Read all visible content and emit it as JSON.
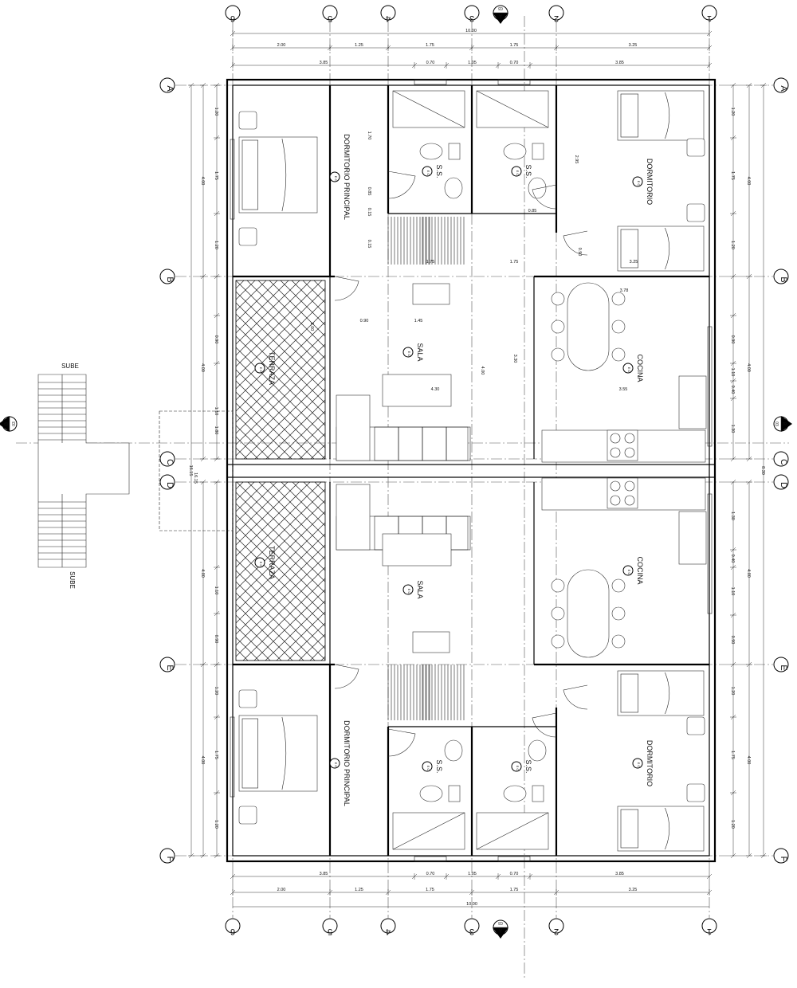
{
  "grid": {
    "vertical": [
      "6",
      "5",
      "4",
      "3",
      "2",
      "1"
    ],
    "horizontal": [
      "A",
      "B",
      "C",
      "D",
      "E",
      "F"
    ]
  },
  "top_dims": {
    "total": "10.00",
    "row1": [
      "2.00",
      "1.25",
      "1.75",
      "1.75",
      "3.25"
    ],
    "row2": [
      "3.85",
      "0.70",
      "1.05",
      "0.70",
      "3.85"
    ]
  },
  "bottom_dims": {
    "total": "10.00",
    "row1": [
      "2.00",
      "1.25",
      "1.75",
      "1.75",
      "3.25"
    ],
    "row2": [
      "3.85",
      "0.70",
      "1.05",
      "0.70",
      "3.85"
    ]
  },
  "left_dims": [
    "1.20",
    "1.75",
    "1.20",
    "4.00",
    "0.90",
    "1.10",
    "4.00",
    "1.10",
    "0.90",
    "1.20",
    "1.75",
    "1.20",
    "4.00"
  ],
  "right_dims": [
    "1.20",
    "1.75",
    "1.20",
    "4.00",
    "0.90",
    "1.10",
    "0.40",
    "1.30",
    "4.00",
    "8.30",
    "0.20",
    "0.20"
  ],
  "interior_dims": [
    "1.70",
    "0.85",
    "0.15",
    "0.15",
    "1.75",
    "1.75",
    "0.85",
    "0.90",
    "2.95",
    "3.25",
    "3.78",
    "0.90",
    "1.45",
    "4.30",
    "3.55",
    "3.30",
    "4.00",
    "2.00",
    "1.80",
    "16.15"
  ],
  "section_marks": {
    "top": {
      "letter": "A",
      "sheet": "03"
    },
    "right": {
      "letter": "B",
      "sheet": "03"
    },
    "left": {
      "letter": "B",
      "sheet": "03"
    },
    "bottom": {
      "letter": "A",
      "sheet": "03"
    }
  },
  "floor_mark": "E C",
  "rooms": {
    "dorm_principal": "DORMITORIO PRINCIPAL",
    "dormitorio": "DORMITORIO",
    "ss": "S.S.",
    "sala": "SALA",
    "cocina": "COCINA",
    "terraza": "TERRAZA"
  },
  "stair_labels": {
    "top": "SUBE",
    "bottom": "SUBE"
  }
}
